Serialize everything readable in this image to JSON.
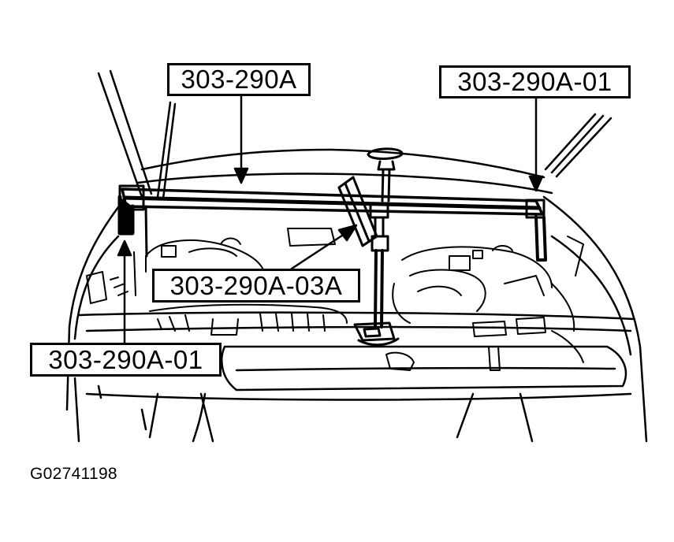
{
  "callouts": {
    "tool_main": "303-290A",
    "tool_right": "303-290A-01",
    "tool_adapter": "303-290A-03A",
    "tool_left": "303-290A-01"
  },
  "figure_id": "G02741198",
  "colors": {
    "line": "#000000",
    "background": "#ffffff"
  }
}
